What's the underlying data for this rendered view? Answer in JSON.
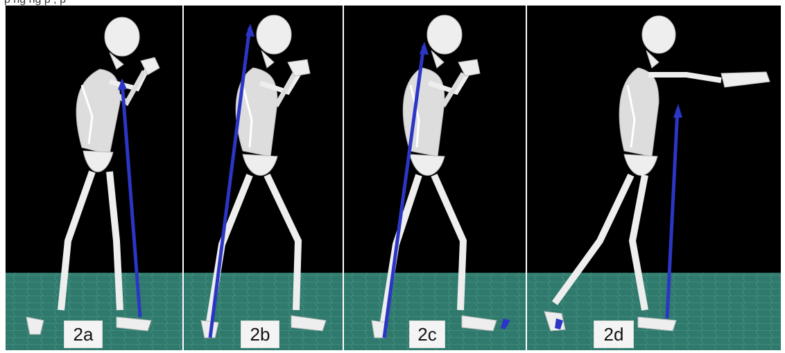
{
  "caption_fragment": "p   ng     ng                           p   ,                                                    p",
  "panels": [
    {
      "label": "2a",
      "pose": "guard",
      "vector": "force-vector-leaning"
    },
    {
      "label": "2b",
      "pose": "guard",
      "vector": "force-vector-long"
    },
    {
      "label": "2c",
      "pose": "guard",
      "vector": "force-vector-leaning"
    },
    {
      "label": "2d",
      "pose": "punch-extended",
      "vector": "force-vector-vertical"
    }
  ],
  "colors": {
    "background": "#000000",
    "floor": "#2f7a6c",
    "grid": "#6fb7a8",
    "bone": "#e9e9e9",
    "vector": "#2b36c6",
    "divider": "#9a9a9a"
  }
}
